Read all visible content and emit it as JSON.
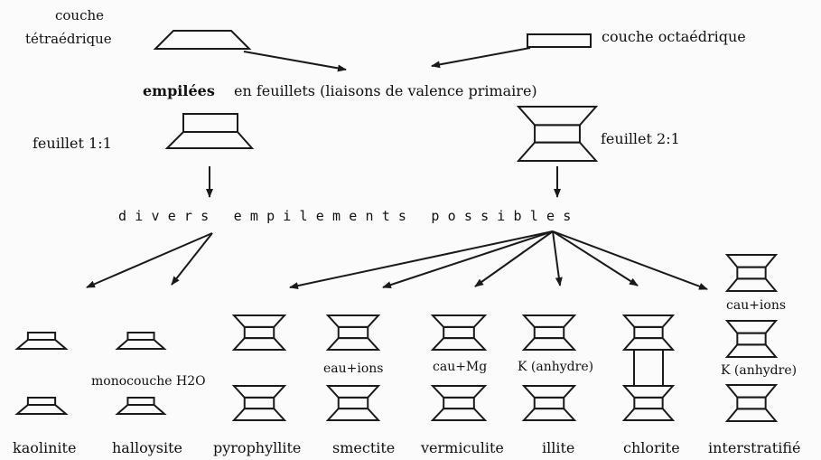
{
  "labels": {
    "tetra_line1": "couche",
    "tetra_line2": "tétraédrique",
    "octa": "couche octaédrique",
    "empilees": "empilées",
    "feuillets": "en feuillets (liaisons de valence primaire)",
    "feuillet_11": "feuillet 1:1",
    "feuillet_21": "feuillet 2:1",
    "divers": "divers empilements possibles",
    "monocouche": "monocouche H2O",
    "eau_ions_1": "eau+ions",
    "cau_mg": "cau+Mg",
    "k_anhydre_1": "K (anhydre)",
    "eau_ions_2": "cau+ions",
    "k_anhydre_2": "K (anhydre)"
  },
  "minerals": [
    "kaolinite",
    "halloysite",
    "pyrophyllite",
    "smectite",
    "vermiculite",
    "illite",
    "chlorite",
    "interstratifié"
  ],
  "style": {
    "ink": "#1a1a1a",
    "background": "#fbfbfb"
  }
}
